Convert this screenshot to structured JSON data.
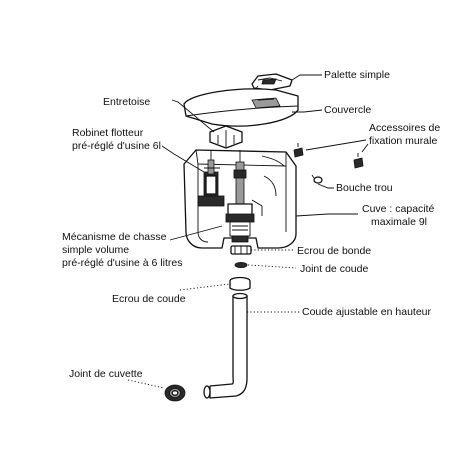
{
  "labels": {
    "palette_simple": "Palette simple",
    "entretoise": "Entretoise",
    "couvercle": "Couvercle",
    "robinet_line1": "Robinet flotteur",
    "robinet_line2": "pré-réglé d'usine 6l",
    "accessoires_line1": "Accessoires de",
    "accessoires_line2": "fixation murale",
    "bouche_trou": "Bouche trou",
    "cuve_line1": "Cuve : capacité",
    "cuve_line2": "maximale 9l",
    "mecanisme_line1": "Mécanisme de chasse",
    "mecanisme_line2": "simple volume",
    "mecanisme_line3": "pré-réglé d'usine à 6 litres",
    "ecrou_bonde": "Ecrou de bonde",
    "joint_coude": "Joint de coude",
    "ecrou_coude": "Ecrou de coude",
    "coude_ajustable": "Coude ajustable en hauteur",
    "joint_cuvette": "Joint de cuvette"
  }
}
